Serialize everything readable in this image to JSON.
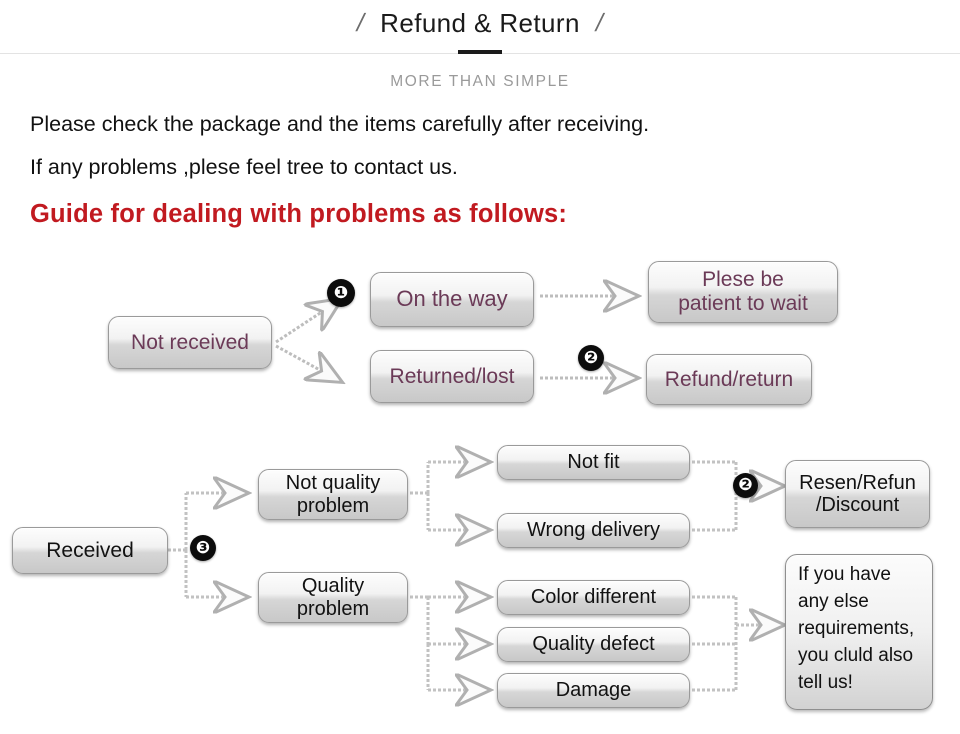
{
  "header": {
    "slash_left": "/",
    "title": "Refund & Return",
    "slash_right": "/",
    "subtitle": "MORE THAN SIMPLE"
  },
  "intro": {
    "line1": "Please check the package and the items carefully after receiving.",
    "line2": "If any problems ,plese feel tree to contact us.",
    "guide_heading": "Guide for dealing with problems as follows:"
  },
  "colors": {
    "heading_red": "#c11a20",
    "node_text_purple": "#6b3a57",
    "node_text_dark": "#121212",
    "node_border": "#9a9a9a",
    "marker_fill": "#0c0c0c",
    "connector": "#b9b9b9"
  },
  "flow_not_received": {
    "root": "Not received",
    "branch_on_the_way": "On the way",
    "branch_returned_lost": "Returned/lost",
    "result_wait": "Plese be\npatient to wait",
    "result_wait_line1": "Plese be",
    "result_wait_line2": "patient to wait",
    "result_refund": "Refund/return",
    "marker_1": "❶",
    "marker_2": "❷"
  },
  "flow_received": {
    "root": "Received",
    "marker_3": "❸",
    "marker_2": "❷",
    "category_not_quality_line1": "Not quality",
    "category_not_quality_line2": "problem",
    "category_quality_line1": "Quality",
    "category_quality_line2": "problem",
    "issues_not_quality": [
      "Not fit",
      "Wrong delivery"
    ],
    "issues_quality": [
      "Color different",
      "Quality defect",
      "Damage"
    ],
    "outcome_line1": "Resen/Refun",
    "outcome_line2": "/Discount",
    "note_lines": [
      "If you have",
      "any else",
      "requirements,",
      "you cluld also",
      "tell us!"
    ]
  }
}
